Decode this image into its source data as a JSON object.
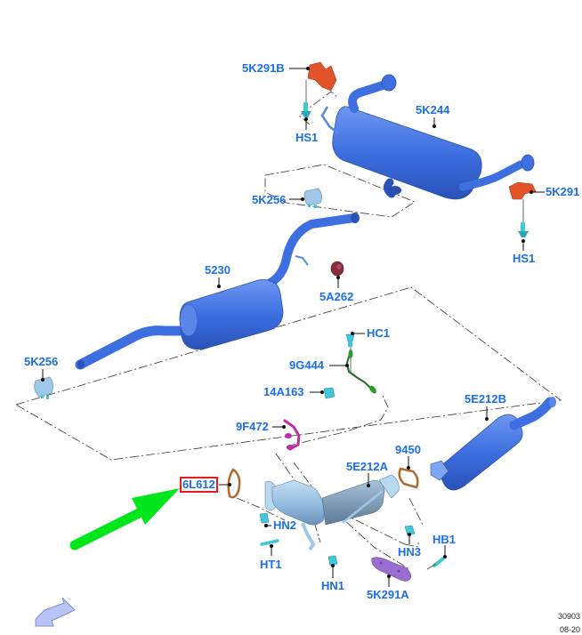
{
  "diagram": {
    "title": "Exhaust system exploded view",
    "highlighted_part": "6L612",
    "colors": {
      "label": "#1a6fe8",
      "highlight_box": "#e81c1c",
      "pipe_blue": "#3d6fe0",
      "pipe_light": "#7fa6f2",
      "cat_light": "#9fc8e8",
      "bracket_orange": "#e2532a",
      "fastener_cyan": "#3ec8d8",
      "sensor_green": "#2e9a2e",
      "sensor_magenta": "#c02aa8",
      "gasket_brown": "#b06a30",
      "hanger_purple": "#9a6ed0",
      "rubber_maroon": "#8a2e3a",
      "pointer_green": "#00e61a",
      "nav_arrow": "#b8c4f8"
    },
    "callouts": [
      {
        "id": "5K291B",
        "label": "5K291B"
      },
      {
        "id": "HS1-top",
        "label": "HS1"
      },
      {
        "id": "5K244",
        "label": "5K244"
      },
      {
        "id": "5K291",
        "label": "5K291"
      },
      {
        "id": "HS1-right",
        "label": "HS1"
      },
      {
        "id": "5K256-top",
        "label": "5K256"
      },
      {
        "id": "5230",
        "label": "5230"
      },
      {
        "id": "5A262",
        "label": "5A262"
      },
      {
        "id": "5K256-left",
        "label": "5K256"
      },
      {
        "id": "HC1",
        "label": "HC1"
      },
      {
        "id": "9G444",
        "label": "9G444"
      },
      {
        "id": "14A163",
        "label": "14A163"
      },
      {
        "id": "5E212B",
        "label": "5E212B"
      },
      {
        "id": "9F472",
        "label": "9F472"
      },
      {
        "id": "9450",
        "label": "9450"
      },
      {
        "id": "5E212A",
        "label": "5E212A"
      },
      {
        "id": "6L612",
        "label": "6L612"
      },
      {
        "id": "HN2",
        "label": "HN2"
      },
      {
        "id": "HN3",
        "label": "HN3"
      },
      {
        "id": "HB1",
        "label": "HB1"
      },
      {
        "id": "HT1",
        "label": "HT1"
      },
      {
        "id": "HN1",
        "label": "HN1"
      },
      {
        "id": "5K291A",
        "label": "5K291A"
      }
    ],
    "footer": {
      "code": "30903",
      "date": "08-20"
    }
  }
}
